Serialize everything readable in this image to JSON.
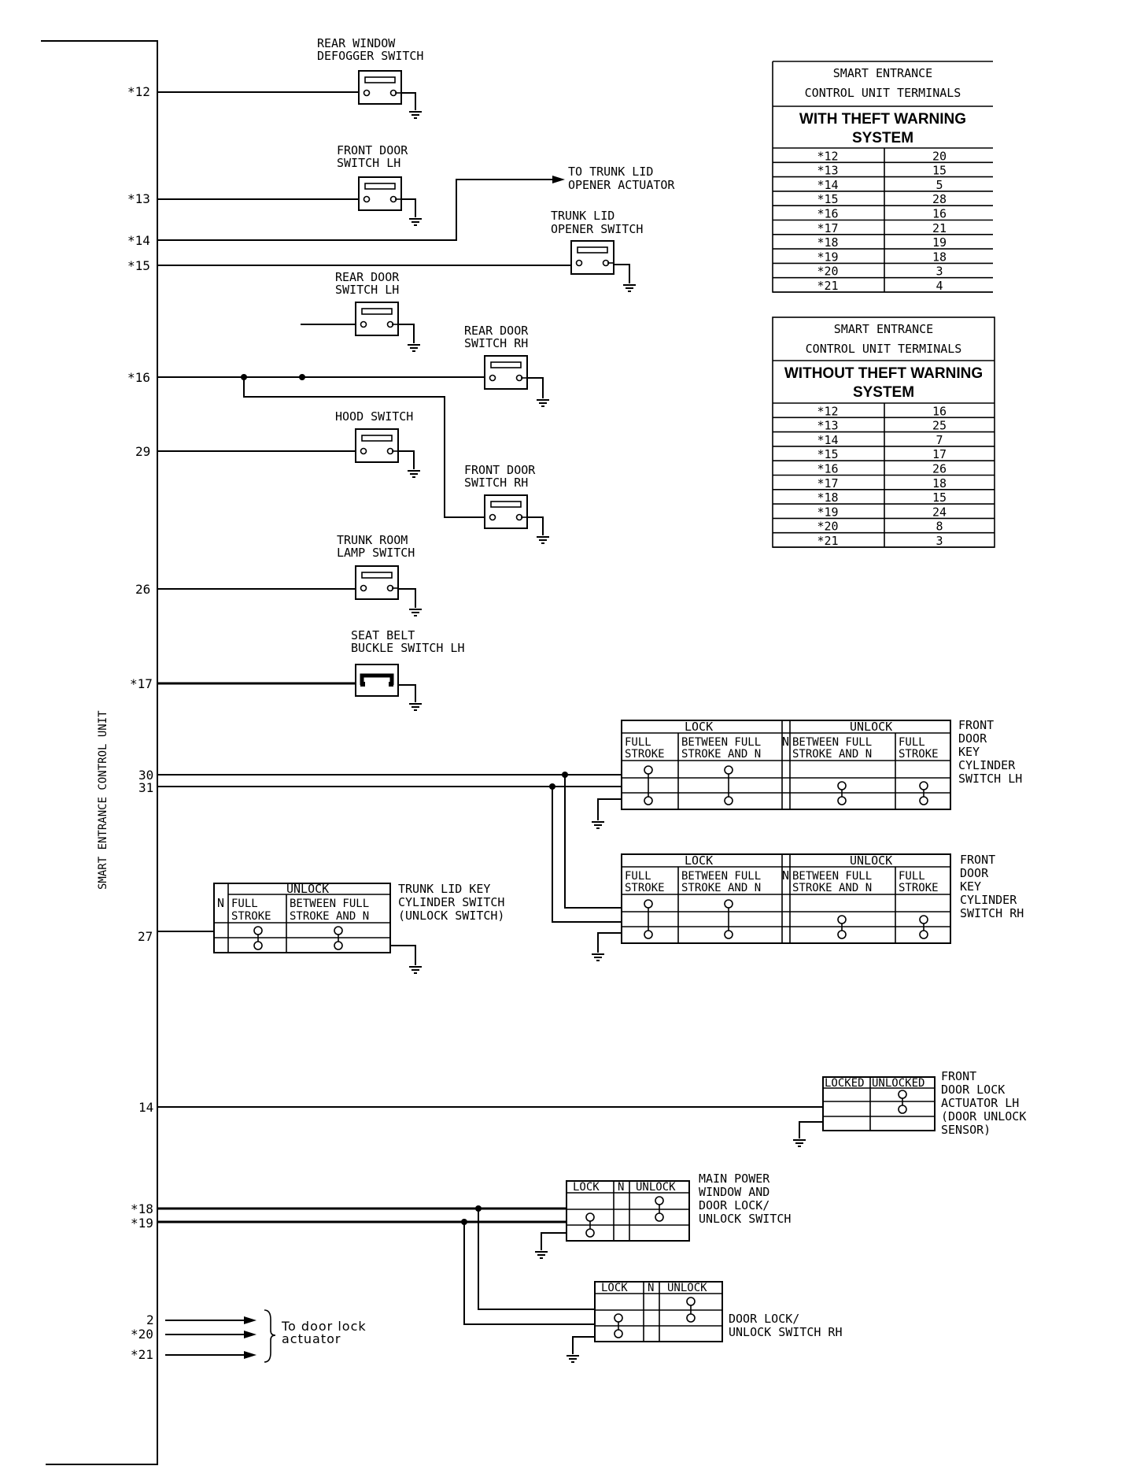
{
  "unit_label": "SMART ENTRANCE CONTROL UNIT",
  "terminals": {
    "t12": "*12",
    "t13": "*13",
    "t14": "*14",
    "t15": "*15",
    "t16": "*16",
    "t29": "29",
    "t26": "26",
    "t17": "*17",
    "t30": "30",
    "t31": "31",
    "t27": "27",
    "n14": "14",
    "t18": "*18",
    "t19": "*19",
    "n2": "2",
    "t20": "*20",
    "t21": "*21"
  },
  "components": {
    "rear_window_defogger": [
      "REAR WINDOW",
      "DEFOGGER SWITCH"
    ],
    "front_door_switch_lh": [
      "FRONT DOOR",
      "SWITCH LH"
    ],
    "trunk_lid_opener_actuator": [
      "TO TRUNK LID",
      "OPENER ACTUATOR"
    ],
    "trunk_lid_opener_switch": [
      "TRUNK LID",
      "OPENER SWITCH"
    ],
    "rear_door_switch_lh": [
      "REAR DOOR",
      "SWITCH LH"
    ],
    "rear_door_switch_rh": [
      "REAR DOOR",
      "SWITCH RH"
    ],
    "hood_switch": [
      "HOOD SWITCH"
    ],
    "front_door_switch_rh": [
      "FRONT DOOR",
      "SWITCH RH"
    ],
    "trunk_room_lamp_switch": [
      "TRUNK ROOM",
      "LAMP SWITCH"
    ],
    "seat_belt_buckle_switch": [
      "SEAT BELT",
      "BUCKLE SWITCH LH"
    ],
    "front_door_key_cyl_lh": [
      "FRONT",
      "DOOR",
      "KEY",
      "CYLINDER",
      "SWITCH LH"
    ],
    "front_door_key_cyl_rh": [
      "FRONT",
      "DOOR",
      "KEY",
      "CYLINDER",
      "SWITCH RH"
    ],
    "trunk_lid_key_cyl": [
      "TRUNK LID KEY",
      "CYLINDER SWITCH",
      "(UNLOCK SWITCH)"
    ],
    "front_door_lock_actuator": [
      "FRONT",
      "DOOR LOCK",
      "ACTUATOR LH",
      "(DOOR UNLOCK",
      "SENSOR)"
    ],
    "main_power_window_switch": [
      "MAIN POWER",
      "WINDOW AND",
      "DOOR LOCK/",
      "UNLOCK SWITCH"
    ],
    "door_lock_unlock_switch_rh": [
      "DOOR LOCK/",
      "UNLOCK SWITCH RH"
    ],
    "door_lock_actuator_note": [
      "To door lock",
      "actuator"
    ]
  },
  "key_cyl_table": {
    "lock": "LOCK",
    "unlock": "UNLOCK",
    "n": "N",
    "full_stroke": [
      "FULL",
      "STROKE"
    ],
    "between": [
      "BETWEEN FULL",
      "STROKE AND N"
    ]
  },
  "trunk_key_table": {
    "n": "N",
    "unlock": "UNLOCK",
    "full_stroke": [
      "FULL",
      "STROKE"
    ],
    "between": [
      "BETWEEN FULL",
      "STROKE AND N"
    ]
  },
  "lock_actuator_table": {
    "locked": "LOCKED",
    "unlocked": "UNLOCKED"
  },
  "small_switch_table": {
    "lock": "LOCK",
    "n": "N",
    "unlock": "UNLOCK"
  },
  "table_with_theft": {
    "title": [
      "SMART ENTRANCE",
      "CONTROL UNIT TERMINALS"
    ],
    "subtitle": [
      "WITH THEFT WARNING",
      "SYSTEM"
    ],
    "rows": [
      [
        "*12",
        "20"
      ],
      [
        "*13",
        "15"
      ],
      [
        "*14",
        "5"
      ],
      [
        "*15",
        "28"
      ],
      [
        "*16",
        "16"
      ],
      [
        "*17",
        "21"
      ],
      [
        "*18",
        "19"
      ],
      [
        "*19",
        "18"
      ],
      [
        "*20",
        "3"
      ],
      [
        "*21",
        "4"
      ]
    ]
  },
  "table_without_theft": {
    "title": [
      "SMART ENTRANCE",
      "CONTROL UNIT TERMINALS"
    ],
    "subtitle": [
      "WITHOUT THEFT WARNING",
      "SYSTEM"
    ],
    "rows": [
      [
        "*12",
        "16"
      ],
      [
        "*13",
        "25"
      ],
      [
        "*14",
        "7"
      ],
      [
        "*15",
        "17"
      ],
      [
        "*16",
        "26"
      ],
      [
        "*17",
        "18"
      ],
      [
        "*18",
        "15"
      ],
      [
        "*19",
        "24"
      ],
      [
        "*20",
        "8"
      ],
      [
        "*21",
        "3"
      ]
    ]
  }
}
